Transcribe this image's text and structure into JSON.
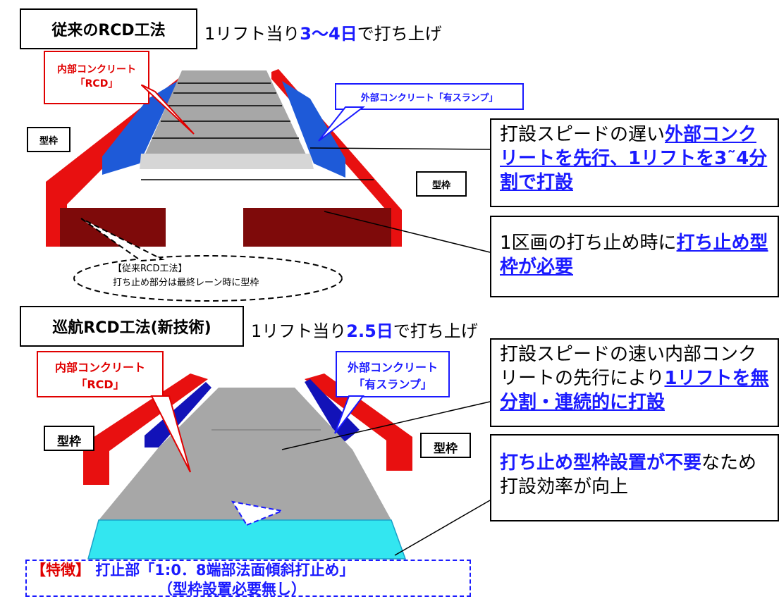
{
  "top": {
    "title": "従来のRCD工法",
    "subtitle_pre": "1リフト当り",
    "subtitle_hl": "3～4日",
    "subtitle_post": "で打ち上げ",
    "label_inner": "内部コンクリート「RCD」",
    "label_outer": "外部コンクリート「有スランプ」",
    "label_form_left": "型枠",
    "label_form_right": "型枠",
    "callout1_pre": "打設スピードの遅い",
    "callout1_hl": "外部コンクリートを先行、1リフトを3˜4分割で打設",
    "callout2_pre": "1区画の打ち止め時に",
    "callout2_hl": "打ち止め型枠が必要",
    "note_line1": "【従来RCD工法】",
    "note_line2": "打ち止め部分は最終レーン時に型枠"
  },
  "bottom": {
    "title": "巡航RCD工法(新技術)",
    "subtitle_pre": "1リフト当り",
    "subtitle_hl": "2.5日",
    "subtitle_post": "で打ち上げ",
    "label_inner_line1": "内部コンクリート",
    "label_inner_line2": "「RCD」",
    "label_outer_line1": "外部コンクリート",
    "label_outer_line2": "「有スランプ」",
    "label_form_left": "型枠",
    "label_form_right": "型枠",
    "callout1_pre": "打設スピードの速い内部コンクリートの先行により",
    "callout1_hl": "1リフトを無分割・連続的に打設",
    "callout2_hl": "打ち止め型枠設置が不要",
    "callout2_post": "なため打設効率が向上",
    "feature_tag": "【特徴】",
    "feature_line1": "打止部「1:0．8端部法面傾斜打止め」",
    "feature_line2": "（型枠設置必要無し）"
  },
  "colors": {
    "form_red": "#e81010",
    "form_dark": "#8b0a0a",
    "outer_blue": "#1e5ad8",
    "inner_gray": "#a0a0a0",
    "slope_cyan": "#33e6f0",
    "accent_blue": "#1a1aff"
  }
}
